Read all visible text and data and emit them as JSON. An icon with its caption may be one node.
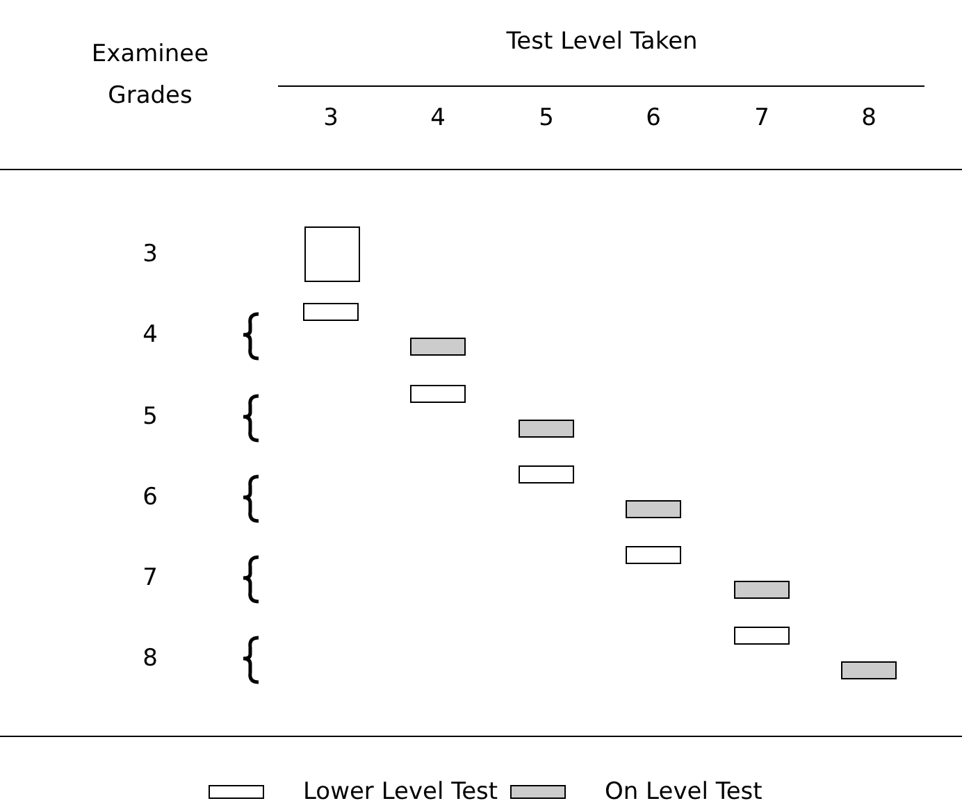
{
  "diagram": {
    "nodes": [
      {
        "text": [],
        "shape": "box"
      },
      {
        "text": [],
        "shape": "box"
      },
      {
        "text": [],
        "shape": "box"
      },
      {
        "text": [],
        "shape": "box"
      },
      {
        "text": [],
        "shape": "box"
      },
      {
        "text": [],
        "shape": "box"
      },
      {
        "text": [],
        "shape": "box"
      },
      {
        "text": [],
        "shape": "box"
      },
      {
        "text": [],
        "shape": "box"
      },
      {
        "text": [],
        "shape": "box"
      },
      {
        "text": [],
        "shape": "box"
      }
    ],
    "labels": [
      "Test Level Taken",
      "Examinee Grades",
      "3",
      "4",
      "5",
      "6",
      "7",
      "8",
      "3",
      "4",
      "5",
      "6",
      "7",
      "8"
    ],
    "legend": [
      {
        "text": "Lower Level Test",
        "color": "#ffffff"
      },
      {
        "text": "On Level Test",
        "color": "#cccccc"
      }
    ]
  }
}
